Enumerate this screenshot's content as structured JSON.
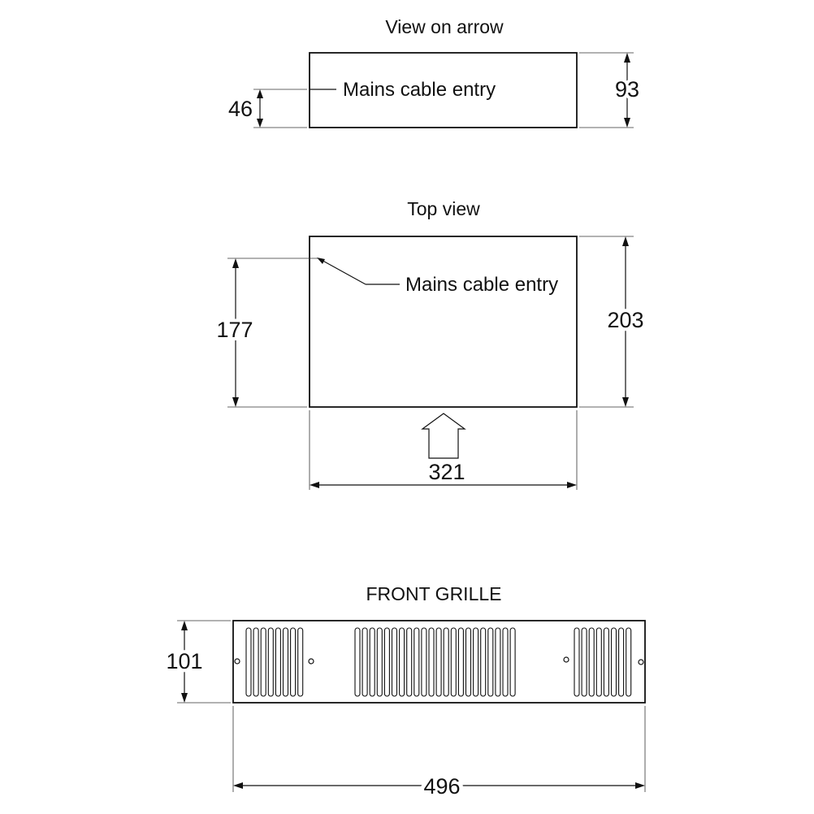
{
  "view_on_arrow": {
    "title": "View on arrow",
    "cable_entry_label": "Mains cable entry",
    "dim_height": "93",
    "dim_entry_height": "46"
  },
  "top_view": {
    "title": "Top view",
    "cable_entry_label": "Mains cable entry",
    "dim_depth": "203",
    "dim_entry_depth": "177",
    "dim_width": "321"
  },
  "front_grille": {
    "title": "FRONT GRILLE",
    "dim_height": "101",
    "dim_width": "496",
    "slot_groups": [
      {
        "slots": 8
      },
      {
        "slots": 22
      },
      {
        "slots": 8
      }
    ],
    "fixing_holes": 4
  }
}
